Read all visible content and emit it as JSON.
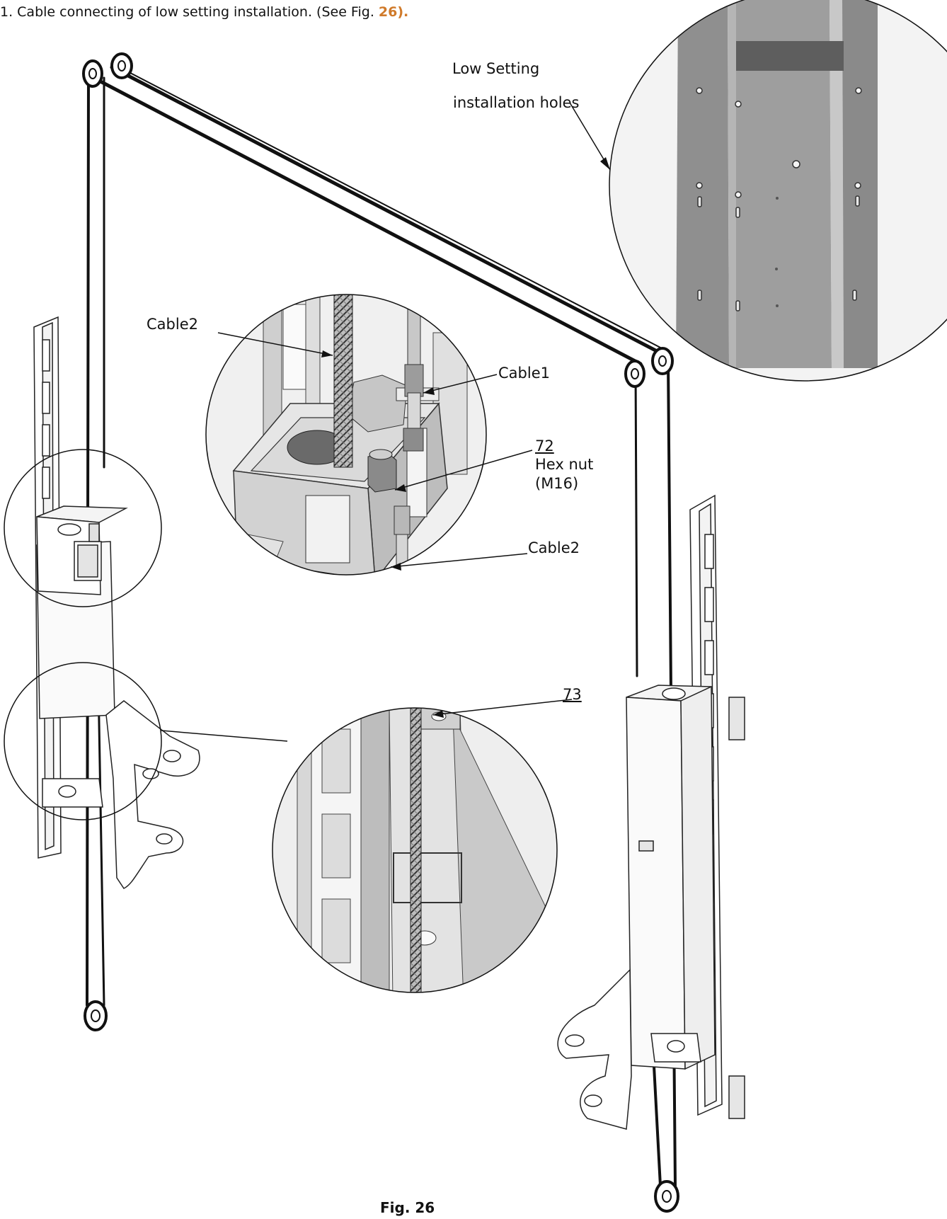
{
  "heading": {
    "text": "1. Cable connecting of low setting installation. (See Fig. ",
    "ref": "26)."
  },
  "labels": {
    "low_setting_line1": "Low  Setting",
    "low_setting_line2": "installation holes",
    "cable2_top": "Cable2",
    "cable1": "Cable1",
    "part72_number": "72",
    "part72_name": "Hex nut",
    "part72_size": "(M16)",
    "cable2_bottom": "Cable2",
    "part73_number": "73"
  },
  "caption": "Fig. 26"
}
